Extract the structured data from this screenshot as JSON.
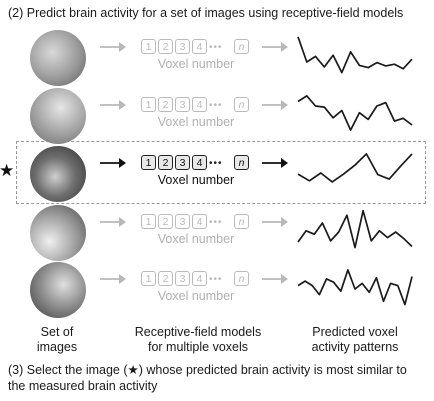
{
  "heading": "(2) Predict brain activity for a set of images using receptive-field models",
  "rows": [
    {
      "voxels": [
        "1",
        "2",
        "3",
        "4",
        "n"
      ],
      "voxel_label": "Voxel number",
      "highlighted": false,
      "response": [
        7,
        2.5,
        3.5,
        1.6,
        3.7,
        0.6,
        4.3,
        1.9,
        1.5,
        2.4,
        1.8,
        2.1,
        1.3,
        3.0
      ]
    },
    {
      "voxels": [
        "1",
        "2",
        "3",
        "4",
        "n"
      ],
      "voxel_label": "Voxel number",
      "highlighted": false,
      "response": [
        5.8,
        6.8,
        5.0,
        4.8,
        2.9,
        4.2,
        0.7,
        3.8,
        2.6,
        5.0,
        5.6,
        2.3,
        2.8,
        1.6
      ]
    },
    {
      "voxels": [
        "1",
        "2",
        "3",
        "4",
        "n"
      ],
      "voxel_label": "Voxel number",
      "highlighted": true,
      "response": [
        3.2,
        2.0,
        3.4,
        1.8,
        3.2,
        4.8,
        6.8,
        3.1,
        2.3,
        4.6,
        6.8
      ]
    },
    {
      "voxels": [
        "1",
        "2",
        "3",
        "4",
        "n"
      ],
      "voxel_label": "Voxel number",
      "highlighted": false,
      "response": [
        1.6,
        3.6,
        3.0,
        5.0,
        1.8,
        3.4,
        6.4,
        0.6,
        7.2,
        1.8,
        3.6,
        2.4,
        3.4,
        2.2,
        0.8
      ]
    },
    {
      "voxels": [
        "1",
        "2",
        "3",
        "4",
        "n"
      ],
      "voxel_label": "Voxel number",
      "highlighted": false,
      "response": [
        4.0,
        4.8,
        4.0,
        2.4,
        5.2,
        4.6,
        3.0,
        6.8,
        3.4,
        4.4,
        2.8,
        5.4,
        1.2,
        4.4,
        4.0,
        0.6,
        5.6
      ]
    }
  ],
  "column_labels": {
    "images": "Set of\nimages",
    "models": "Receptive-field models\nfor multiple voxels",
    "patterns": "Predicted voxel\nactivity patterns"
  },
  "star_symbol": "★",
  "footer_line1": "(3) Select the image (★) whose predicted brain activity is most similar to",
  "footer_line2": "the measured brain activity",
  "colors": {
    "highlight": "#111111",
    "faded": "#b8b8b8",
    "spark_stroke": "#1a1a1a"
  }
}
